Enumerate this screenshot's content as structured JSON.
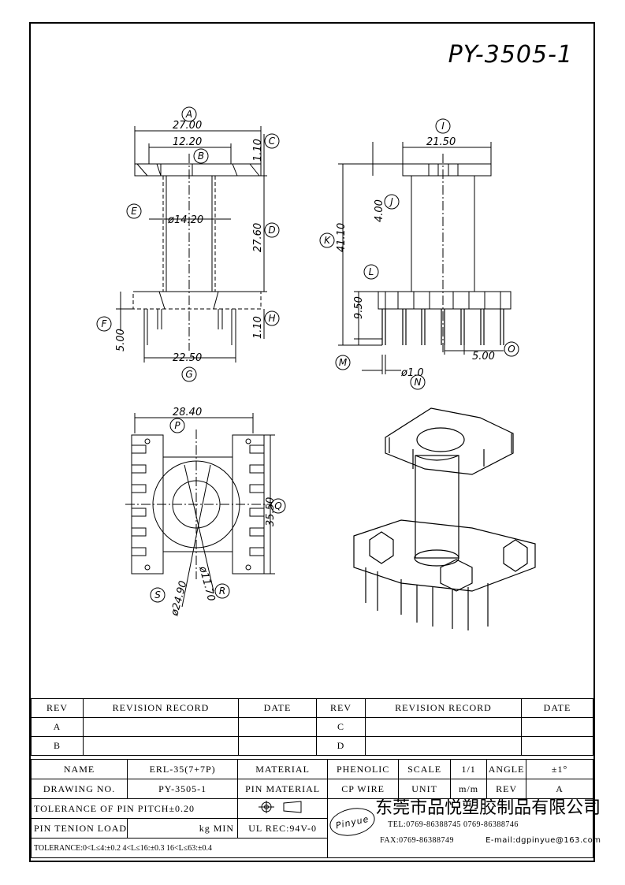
{
  "drawing": {
    "title": "PY-3505-1",
    "views": {
      "front": {
        "A": "27.00",
        "B": "12.20",
        "C": "1.10",
        "D": "27.60",
        "E": "ø14.20",
        "F": "5.00",
        "G": "22.50",
        "H": "1.10"
      },
      "side": {
        "I": "21.50",
        "J": "4.00",
        "K": "41.10",
        "L": "9.50",
        "N": "ø1.0",
        "O": "5.00"
      },
      "bottom": {
        "top_dim": "28.40",
        "Q": "35.50",
        "S": "ø24.90",
        "R": "ø11.70"
      },
      "letters": [
        "A",
        "B",
        "C",
        "D",
        "E",
        "F",
        "G",
        "H",
        "I",
        "J",
        "K",
        "L",
        "M",
        "N",
        "O",
        "P",
        "Q",
        "R",
        "S"
      ]
    }
  },
  "title_block": {
    "revisions_header": [
      "REV",
      "REVISION RECORD",
      "DATE",
      "REV",
      "REVISION RECORD",
      "DATE"
    ],
    "revisions": [
      {
        "left_rev": "A",
        "right_rev": "C"
      },
      {
        "left_rev": "B",
        "right_rev": "D"
      }
    ],
    "name_label": "NAME",
    "name_value": "ERL-35(7+7P)",
    "material_label": "MATERIAL",
    "material_value": "PHENOLIC",
    "scale_label": "SCALE",
    "scale_value": "1/1",
    "angle_label": "ANGLE",
    "angle_value": "±1°",
    "drawing_no_label": "DRAWING NO.",
    "drawing_no_value": "PY-3505-1",
    "pin_material_label": "PIN MATERIAL",
    "pin_material_value": "CP WIRE",
    "unit_label": "UNIT",
    "unit_value": "m/m",
    "rev_label": "REV",
    "rev_value": "A",
    "tol_pin_pitch": "TOLERANCE OF PIN PITCH±0.20",
    "pin_tension": "PIN TENION LOAD",
    "pin_tension_value": "kg MIN",
    "ul": "UL REC:94V-0",
    "tolerance": "TOLERANCE:0<L≤4:±0.2  4<L≤16:±0.3  16<L≤63:±0.4",
    "logo": "Pinyue",
    "company": "东莞市品悦塑胶制品有限公司",
    "tel": "TEL:0769-86388745   0769-86388746",
    "fax": "FAX:0769-86388749",
    "email": "E-mail:dgpinyue@163.com"
  }
}
